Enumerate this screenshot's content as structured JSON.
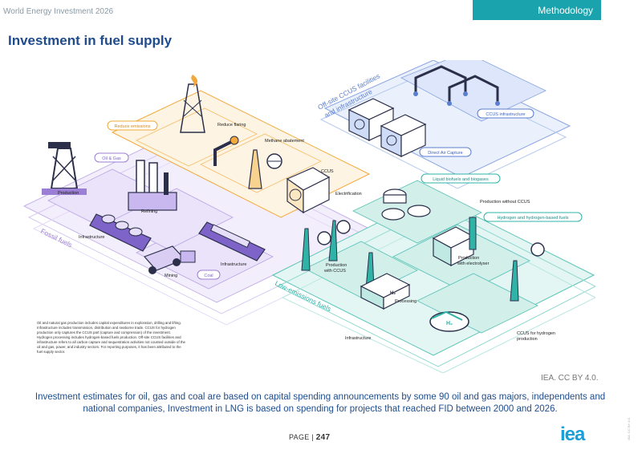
{
  "header": {
    "report_title": "World Energy Investment 2026",
    "tab_label": "Methodology",
    "page_title": "Investment in fuel supply"
  },
  "illustration": {
    "fossil": {
      "section_label": "Fossil fuels",
      "tag_oil_gas": "Oil & Gas",
      "tag_reduce_emissions": "Reduce emissions",
      "tag_coal": "Coal",
      "production": "Production",
      "refining": "Refining",
      "infrastructure": "Infrastructure",
      "infrastructure_2": "Infrastructure",
      "mining": "Mining",
      "reduce_flaring": "Reduce flaring",
      "methane_abatement": "Methane abatement",
      "ccus": "CCUS",
      "electrification": "Electrification"
    },
    "offsite": {
      "section_label_1": "Off-site CCUS facilities",
      "section_label_2": "and infrastructure",
      "tag_ccus_infra": "CCUS infrastructure",
      "tag_dac": "Direct Air Capture"
    },
    "low_emissions": {
      "section_label": "Low-emissions fuels",
      "tag_biofuels": "Liquid biofuels and biogases",
      "tag_hydrogen": "Hydrogen and hydrogen-based fuels",
      "production_without_ccus": "Production without CCUS",
      "production_with_ccus_1": "Production",
      "production_with_ccus_2": "with CCUS",
      "production_electrolyser_1": "Production",
      "production_electrolyser_2": "with electrolyser",
      "processing": "Processing",
      "infrastructure": "Infrastructure",
      "ccus_hydrogen_1": "CCUS for hydrogen",
      "ccus_hydrogen_2": "production",
      "h2_label": "H₂"
    },
    "colors": {
      "fossil_purple": "#9b7fd4",
      "fossil_fill": "#efe9fa",
      "reduce_orange": "#f2a93b",
      "ccus_blue": "#5b7fd0",
      "ccus_fill": "#e7eefb",
      "low_teal": "#2fb3a7",
      "low_fill": "#def4f1",
      "dark_ink": "#2b2f4a"
    }
  },
  "footnote": {
    "text": "Oil and natural gas production includes capital expenditures in exploration, drilling and lifting. Infrastructure includes transmission, distribution and seaborne trade. CCUS for hydrogen production only captures the CCUS part (capture and compression) of the investment. Hydrogen processing includes hydrogen-based fuels production. Off-site CCUS facilities and infrastructure refers to all carbon capture and sequestration activities not counted outside of the oil and gas, power, and industry sectors. For reporting purposes, it has been attributed to the fuel supply sector."
  },
  "credit": "IEA. CC BY 4.0.",
  "caption": "Investment estimates for oil, gas and coal are based on capital spending announcements by some 90 oil and gas majors, independents and national companies, Investment in LNG is based on spending for projects that reached FID between 2000 and 2026.",
  "footer": {
    "page_prefix": "PAGE",
    "page_sep": " | ",
    "page_number": "247",
    "logo_text": "iea",
    "side_note": "IEA. CC BY 4.0."
  }
}
